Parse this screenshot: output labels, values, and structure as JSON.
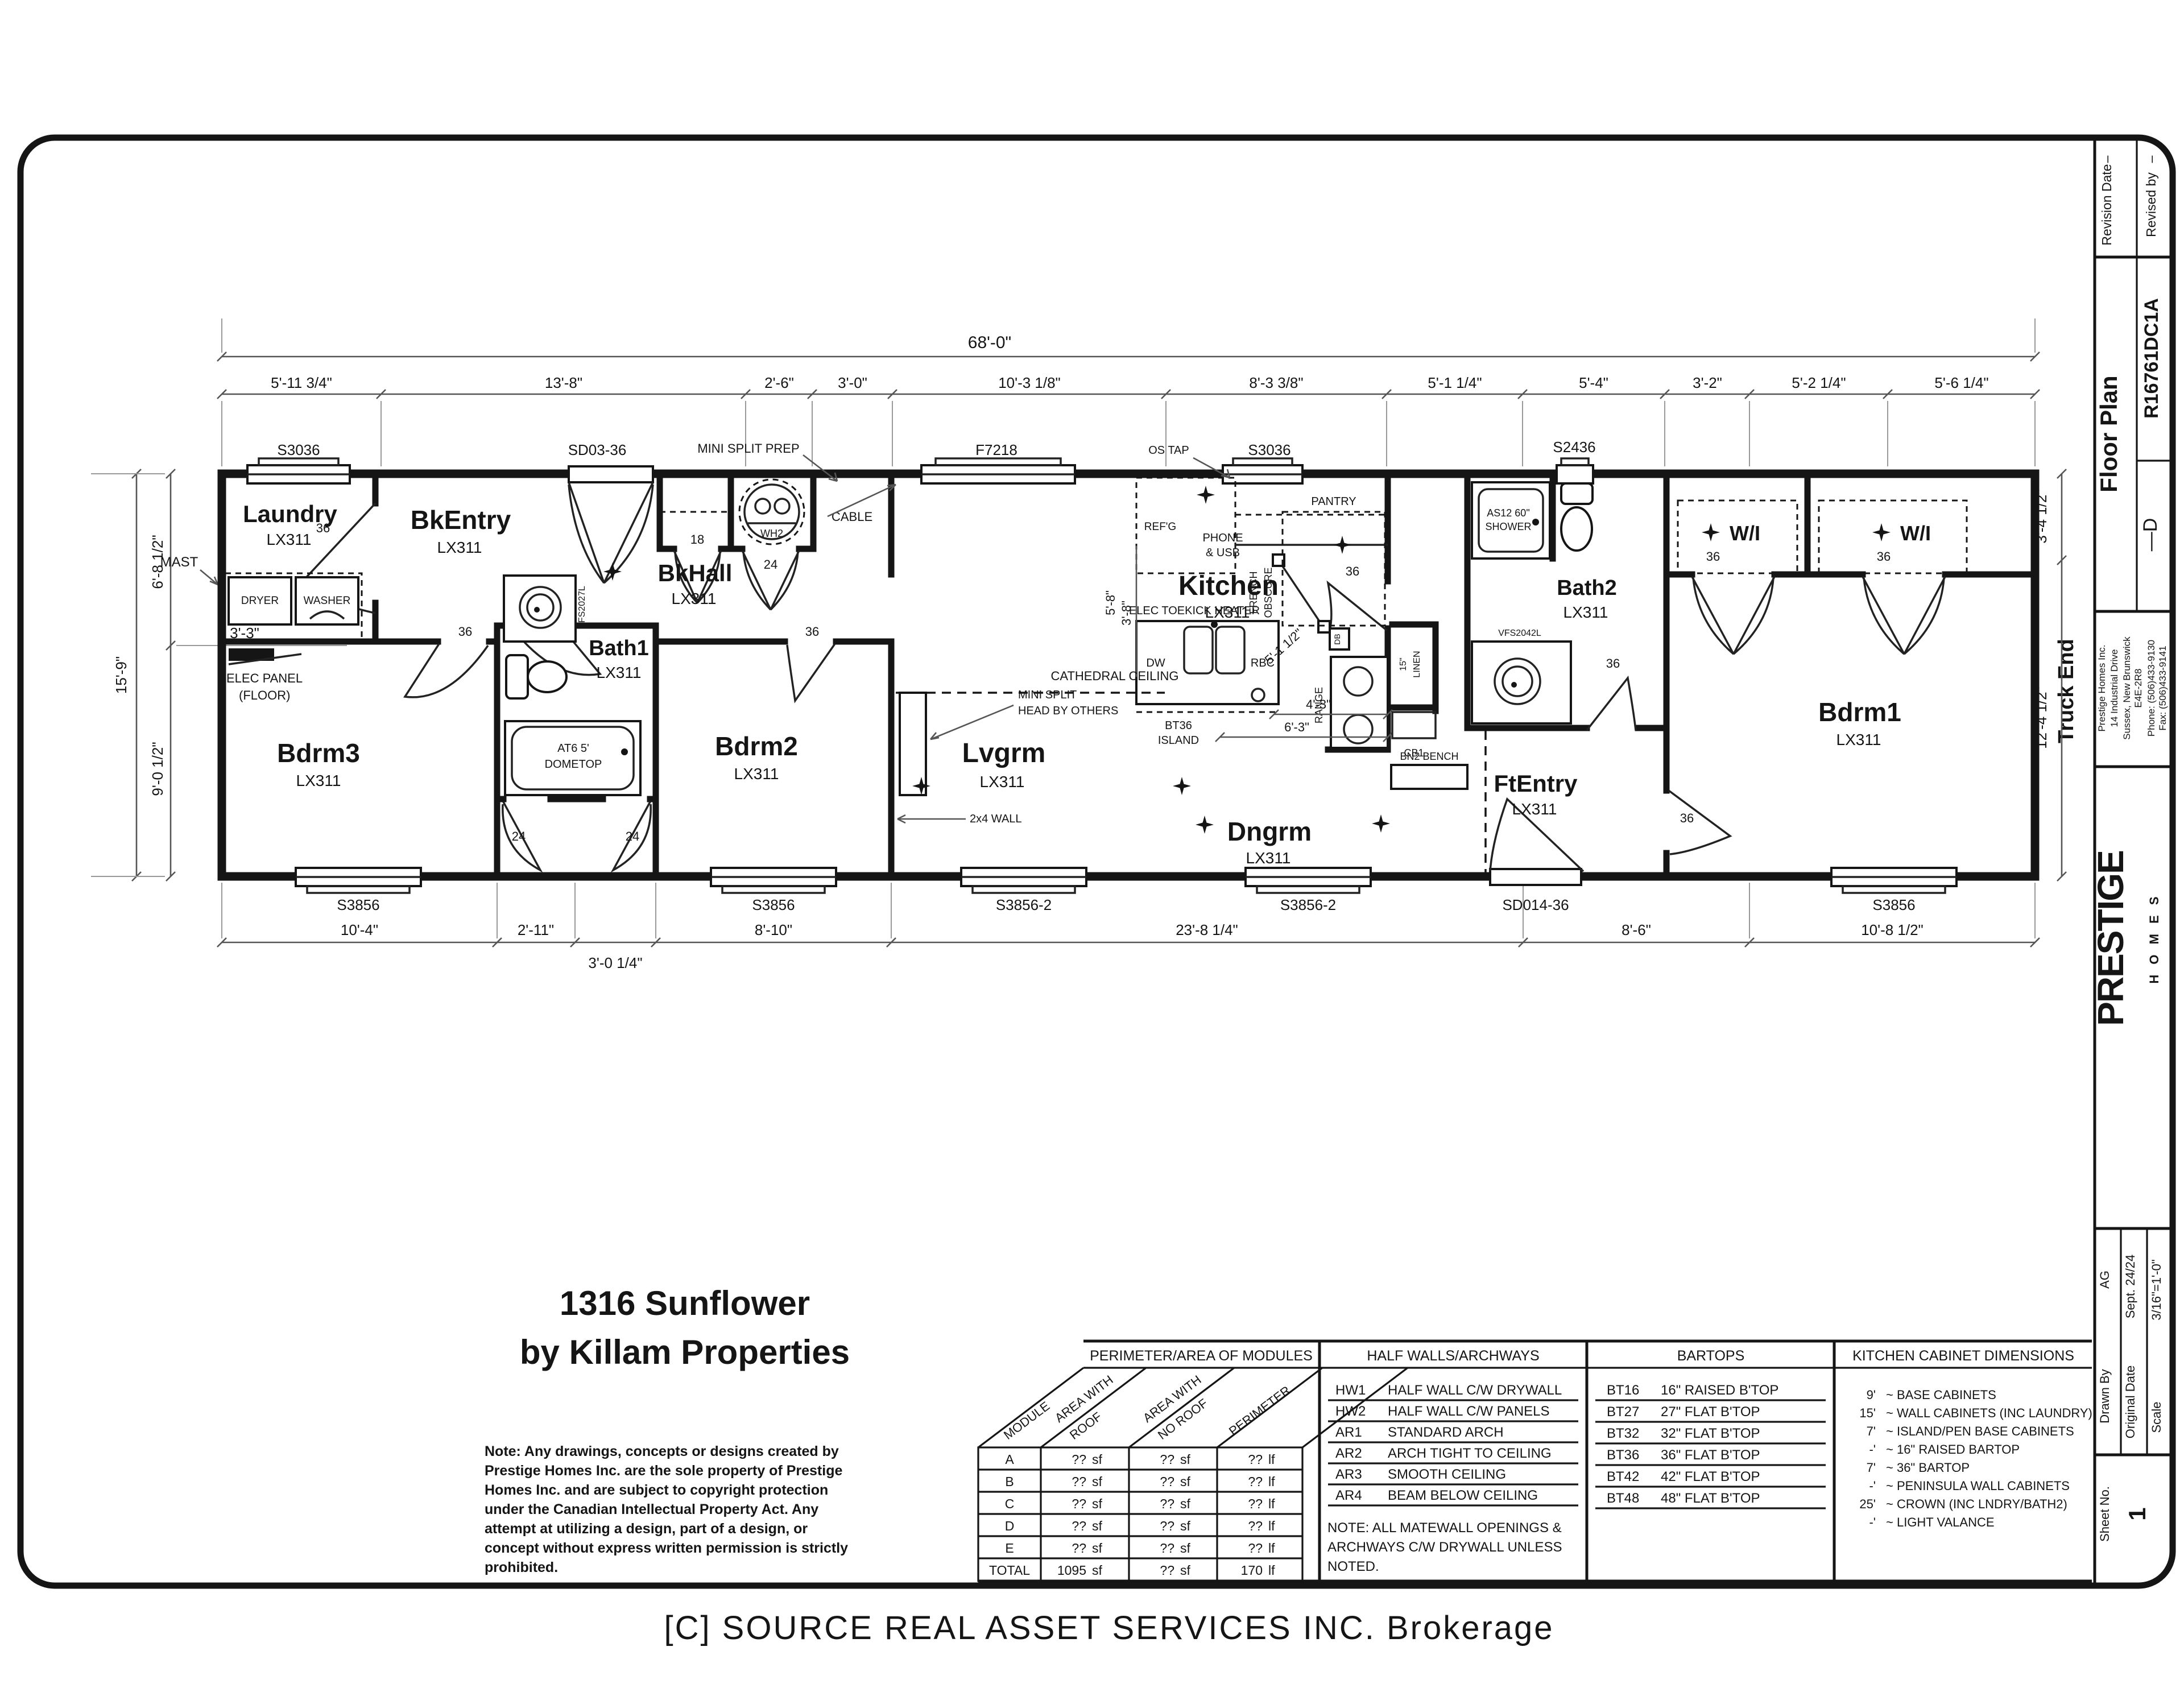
{
  "sheet": {
    "watermark": "[C] SOURCE REAL ASSET SERVICES INC.  Brokerage",
    "plan_title": "1316 Sunflower",
    "plan_subtitle": "by Killam Properties",
    "note_lines": [
      "Note:  Any drawings, concepts or designs created by",
      "Prestige Homes Inc. are the sole property of Prestige",
      "Homes Inc. and are subject to copyright protection",
      "under the Canadian Intellectual Property Act. Any",
      "attempt at utilizing a design, part of a design, or",
      "concept without express written permission is strictly",
      "prohibited."
    ]
  },
  "title_block": {
    "revision_date_label": "Revision Date",
    "revision_date_value": "–",
    "revised_by_label": "Revised by",
    "revised_by_value": "–",
    "drawing_title": "Floor Plan",
    "drawing_number": "R16761DC1A",
    "revision": "—D",
    "truck_end": "Truck End",
    "company": {
      "name": "Prestige Homes Inc.",
      "address1": "14 Industrial Drive",
      "address2": "Sussex, New Brunswick",
      "postal": "E4E-2R8",
      "phone": "Phone: (506)433-9130",
      "fax": "Fax:    (506)433-9141",
      "logo": "PRESTIGE",
      "logo_sub": "H O M E S"
    },
    "drawn_by_label": "Drawn By",
    "drawn_by_value": "AG",
    "original_date_label": "Original Date",
    "original_date_value": "Sept. 24/24",
    "scale_label": "Scale",
    "scale_value": "3/16\"=1'-0\"",
    "sheet_no_label": "Sheet No.",
    "sheet_no_value": "1"
  },
  "dims": {
    "top_overall": "68'-0\"",
    "top": [
      "5'-11 3/4\"",
      "13'-8\"",
      "2'-6\"",
      "3'-0\"",
      "10'-3 1/8\"",
      "8'-3 3/8\"",
      "5'-1 1/4\"",
      "5'-4\"",
      "3'-2\"",
      "5'-2 1/4\"",
      "5'-6 1/4\""
    ],
    "bottom": [
      "10'-4\"",
      "2'-11\"",
      "3'-0 1/4\"",
      "8'-10\"",
      "23'-8 1/4\"",
      "8'-6\"",
      "10'-8 1/2\""
    ],
    "left_overall": "15'-9\"",
    "left_top": "6'-8 1/2\"",
    "left_bottom": "9'-0 1/2\"",
    "left_inner": "3'-3\"",
    "right_top": "3'-4 1/2\"",
    "right_bottom": "12'-4 1/2\"",
    "kitchen_a": "5'-8\"",
    "kitchen_b": "3'-8\"",
    "kitchen_c": "5'-1 1/2\"",
    "kitchen_d": "4'-3\"",
    "kitchen_e": "6'-3\""
  },
  "rooms": {
    "laundry": {
      "label": "Laundry",
      "model": "LX311"
    },
    "bkentry": {
      "label": "BkEntry",
      "model": "LX311"
    },
    "bkhall": {
      "label": "BkHall",
      "model": "LX311"
    },
    "bath1": {
      "label": "Bath1",
      "model": "LX311"
    },
    "bdrm3": {
      "label": "Bdrm3",
      "model": "LX311"
    },
    "bdrm2": {
      "label": "Bdrm2",
      "model": "LX311"
    },
    "lvgrm": {
      "label": "Lvgrm",
      "model": "LX311"
    },
    "kitchen": {
      "label": "Kitchen",
      "model": "LX311"
    },
    "dngrm": {
      "label": "Dngrm",
      "model": "LX311"
    },
    "ftentry": {
      "label": "FtEntry",
      "model": "LX311"
    },
    "bath2": {
      "label": "Bath2",
      "model": "LX311"
    },
    "bdrm1": {
      "label": "Bdrm1",
      "model": "LX311"
    },
    "wi1": {
      "label": "W/I"
    },
    "wi2": {
      "label": "W/I"
    }
  },
  "openings": {
    "top_w1": "S3036",
    "top_d1": "SD03-36",
    "top_w2": "F7218",
    "top_w3": "S3036",
    "top_w4": "S2436",
    "bot_w1": "S3856",
    "bot_w2": "S3856",
    "bot_w3": "S3856-2",
    "bot_w4": "S3856-2",
    "bot_d1": "SD014-36",
    "bot_w5": "S3856",
    "door_sizes": {
      "laundry": "36",
      "bdrm3": "36",
      "bath1": "36",
      "bdrm2": "36",
      "hall_small": "18",
      "hall_wh": "24",
      "closet_l": "24",
      "closet_r": "24",
      "pantry": "36",
      "bath2": "36",
      "wi1": "36",
      "wi2": "36",
      "bdrm1": "36"
    }
  },
  "annotations": {
    "mast": "MAST",
    "elec1": "ELEC PANEL",
    "elec2": "(FLOOR)",
    "dryer": "DRYER",
    "washer": "WASHER",
    "wh": "WH2",
    "mini_split_prep": "MINI SPLIT PREP",
    "cable": "CABLE",
    "os_tap": "OS TAP",
    "refg": "REF'G",
    "phone1": "PHONE",
    "phone2": "& USB",
    "pantry": "PANTRY",
    "french1": "FRENCH",
    "french2": "OBSCURE",
    "toekick": "ELEC TOEKICK HEATER",
    "dw": "DW",
    "rbc": "RBC",
    "bt1": "BT36",
    "bt2": "ISLAND",
    "db": "DB",
    "range": "RANGE",
    "linen1": "15\"",
    "linen2": "LINEN",
    "vfs_bath1": "VFS2027L",
    "vfs_bath2": "VFS2042L",
    "shower1": "AS12 60\"",
    "shower2": "SHOWER",
    "cb1": "CB1",
    "bn2": "BN2 BENCH",
    "cathedral": "CATHEDRAL CEILING",
    "msh1": "MINI SPLIT",
    "msh2": "HEAD BY OTHERS",
    "wall2x4": "2x4 WALL",
    "tub1": "AT6 5'",
    "tub2": "DOMETOP"
  },
  "tables": {
    "modules": {
      "title": "PERIMETER/AREA OF MODULES",
      "col_module": "MODULE",
      "col_awr1": "AREA WITH",
      "col_awr2": "ROOF",
      "col_awn1": "AREA WITH",
      "col_awn2": "NO ROOF",
      "col_perim": "PERIMETER",
      "rows": [
        [
          "A",
          "??",
          "sf",
          "??",
          "sf",
          "??",
          "lf"
        ],
        [
          "B",
          "??",
          "sf",
          "??",
          "sf",
          "??",
          "lf"
        ],
        [
          "C",
          "??",
          "sf",
          "??",
          "sf",
          "??",
          "lf"
        ],
        [
          "D",
          "??",
          "sf",
          "??",
          "sf",
          "??",
          "lf"
        ],
        [
          "E",
          "??",
          "sf",
          "??",
          "sf",
          "??",
          "lf"
        ],
        [
          "TOTAL",
          "1095",
          "sf",
          "??",
          "sf",
          "170",
          "lf"
        ]
      ]
    },
    "half_walls": {
      "title": "HALF WALLS/ARCHWAYS",
      "rows": [
        [
          "HW1",
          "HALF WALL C/W DRYWALL"
        ],
        [
          "HW2",
          "HALF WALL C/W PANELS"
        ],
        [
          "AR1",
          "STANDARD ARCH"
        ],
        [
          "AR2",
          "ARCH TIGHT TO CEILING"
        ],
        [
          "AR3",
          "SMOOTH CEILING"
        ],
        [
          "AR4",
          "BEAM BELOW CEILING"
        ]
      ],
      "note": [
        "NOTE:  ALL MATEWALL OPENINGS &",
        "ARCHWAYS C/W DRYWALL UNLESS",
        "NOTED."
      ]
    },
    "bartops": {
      "title": "BARTOPS",
      "rows": [
        [
          "BT16",
          "16\" RAISED B'TOP"
        ],
        [
          "BT27",
          "27\" FLAT B'TOP"
        ],
        [
          "BT32",
          "32\" FLAT B'TOP"
        ],
        [
          "BT36",
          "36\" FLAT B'TOP"
        ],
        [
          "BT42",
          "42\" FLAT B'TOP"
        ],
        [
          "BT48",
          "48\" FLAT B'TOP"
        ]
      ]
    },
    "cabinets": {
      "title": "KITCHEN CABINET DIMENSIONS",
      "rows": [
        [
          "9'",
          "~ BASE CABINETS"
        ],
        [
          "15'",
          "~ WALL CABINETS (INC LAUNDRY)"
        ],
        [
          "7'",
          "~ ISLAND/PEN BASE CABINETS"
        ],
        [
          "-'",
          "~ 16\" RAISED BARTOP"
        ],
        [
          "7'",
          "~ 36\" BARTOP"
        ],
        [
          "-'",
          "~ PENINSULA WALL CABINETS"
        ],
        [
          "25'",
          "~ CROWN (INC LNDRY/BATH2)"
        ],
        [
          "-'",
          "~ LIGHT VALANCE"
        ]
      ]
    }
  }
}
